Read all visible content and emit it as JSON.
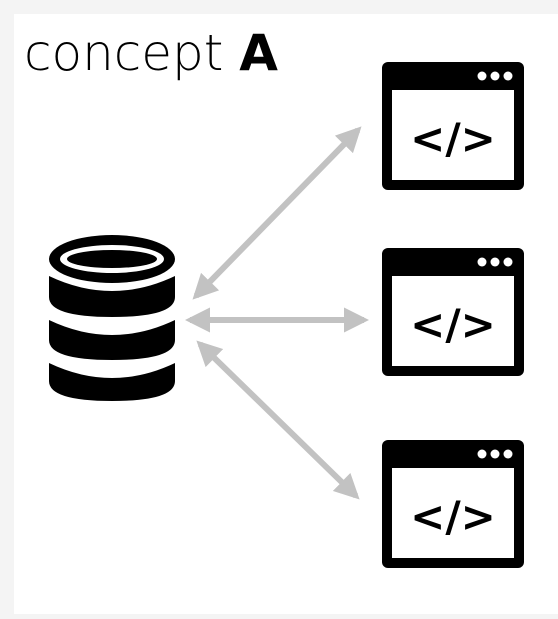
{
  "title": {
    "word": "concept",
    "letter": "A"
  },
  "nodes": {
    "database": {
      "icon": "database-icon"
    },
    "apps": [
      {
        "icon": "code-window-icon",
        "glyph": "</>"
      },
      {
        "icon": "code-window-icon",
        "glyph": "</>"
      },
      {
        "icon": "code-window-icon",
        "glyph": "</>"
      }
    ]
  },
  "connections": {
    "style": "bidirectional-arrow",
    "color": "#c2c2c2"
  },
  "colors": {
    "icon": "#000000",
    "background": "#ffffff",
    "outer": "#f4f4f4"
  }
}
